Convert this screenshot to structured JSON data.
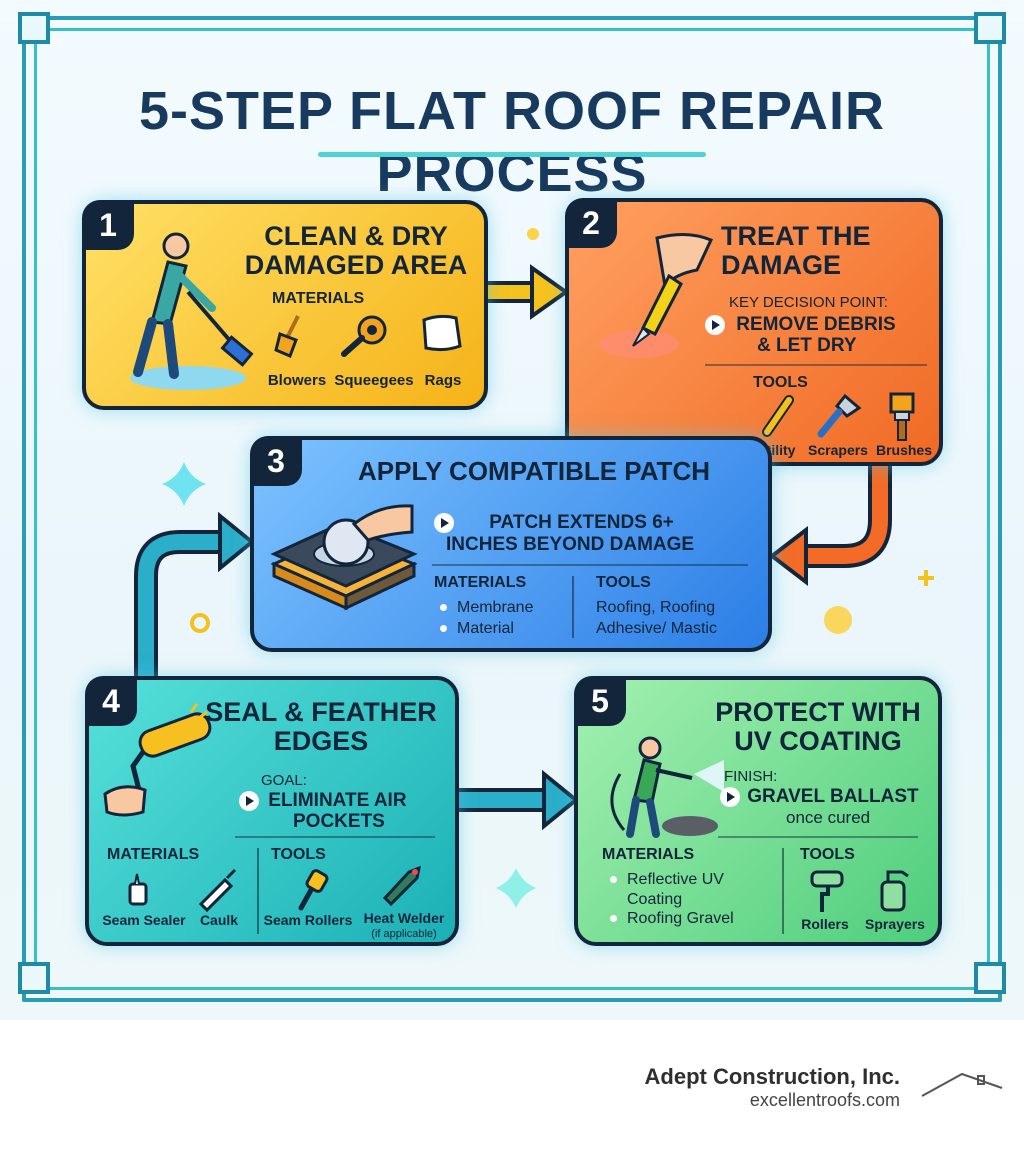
{
  "title": "5-STEP FLAT ROOF REPAIR PROCESS",
  "steps": [
    {
      "number": "1",
      "title_line1": "CLEAN & DRY",
      "title_line2": "DAMAGED AREA",
      "materials_label": "MATERIALS",
      "materials": [
        "Blowers",
        "Squeegees",
        "Rags"
      ]
    },
    {
      "number": "2",
      "title_line1": "TREAT THE",
      "title_line2": "DAMAGE",
      "note_label": "KEY DECISION POINT:",
      "note_line1": "REMOVE DEBRIS",
      "note_line2": "& LET DRY",
      "tools_label": "TOOLS",
      "tools": [
        "Utility",
        "Scrapers",
        "Brushes"
      ]
    },
    {
      "number": "3",
      "title": "APPLY COMPATIBLE PATCH",
      "note_line1": "PATCH EXTENDS 6+",
      "note_line2": "INCHES BEYOND DAMAGE",
      "materials_label": "MATERIALS",
      "materials": [
        "Membrane",
        "Material"
      ],
      "tools_label": "TOOLS",
      "tools_line1": "Roofing, Roofing",
      "tools_line2": "Adhesive/ Mastic"
    },
    {
      "number": "4",
      "title_line1": "SEAL & FEATHER",
      "title_line2": "EDGES",
      "note_label": "GOAL:",
      "note_line1": "ELIMINATE AIR",
      "note_line2": "POCKETS",
      "materials_label": "MATERIALS",
      "materials": [
        "Seam Sealer",
        "Caulk"
      ],
      "tools_label": "TOOLS",
      "tools": [
        "Seam Rollers",
        "Heat Welder"
      ],
      "tools_footnote": "(if applicable)"
    },
    {
      "number": "5",
      "title_line1": "PROTECT WITH",
      "title_line2": "UV COATING",
      "note_label": "FINISH:",
      "note_line1": "GRAVEL BALLAST",
      "note_line2": "once cured",
      "materials_label": "MATERIALS",
      "materials_line1": "Reflective UV",
      "materials_line2": "Coating",
      "materials_line3": "Roofing Gravel",
      "tools_label": "TOOLS",
      "tools": [
        "Rollers",
        "Sprayers"
      ]
    }
  ],
  "footer": {
    "company": "Adept Construction, Inc.",
    "website": "excellentroofs.com"
  },
  "colors": {
    "step1": "#f5b318",
    "step2": "#f06a24",
    "step3": "#2c7ee6",
    "step4": "#1bb0b6",
    "step5": "#4ecd7d",
    "outline": "#13253a",
    "title": "#173a5e"
  }
}
